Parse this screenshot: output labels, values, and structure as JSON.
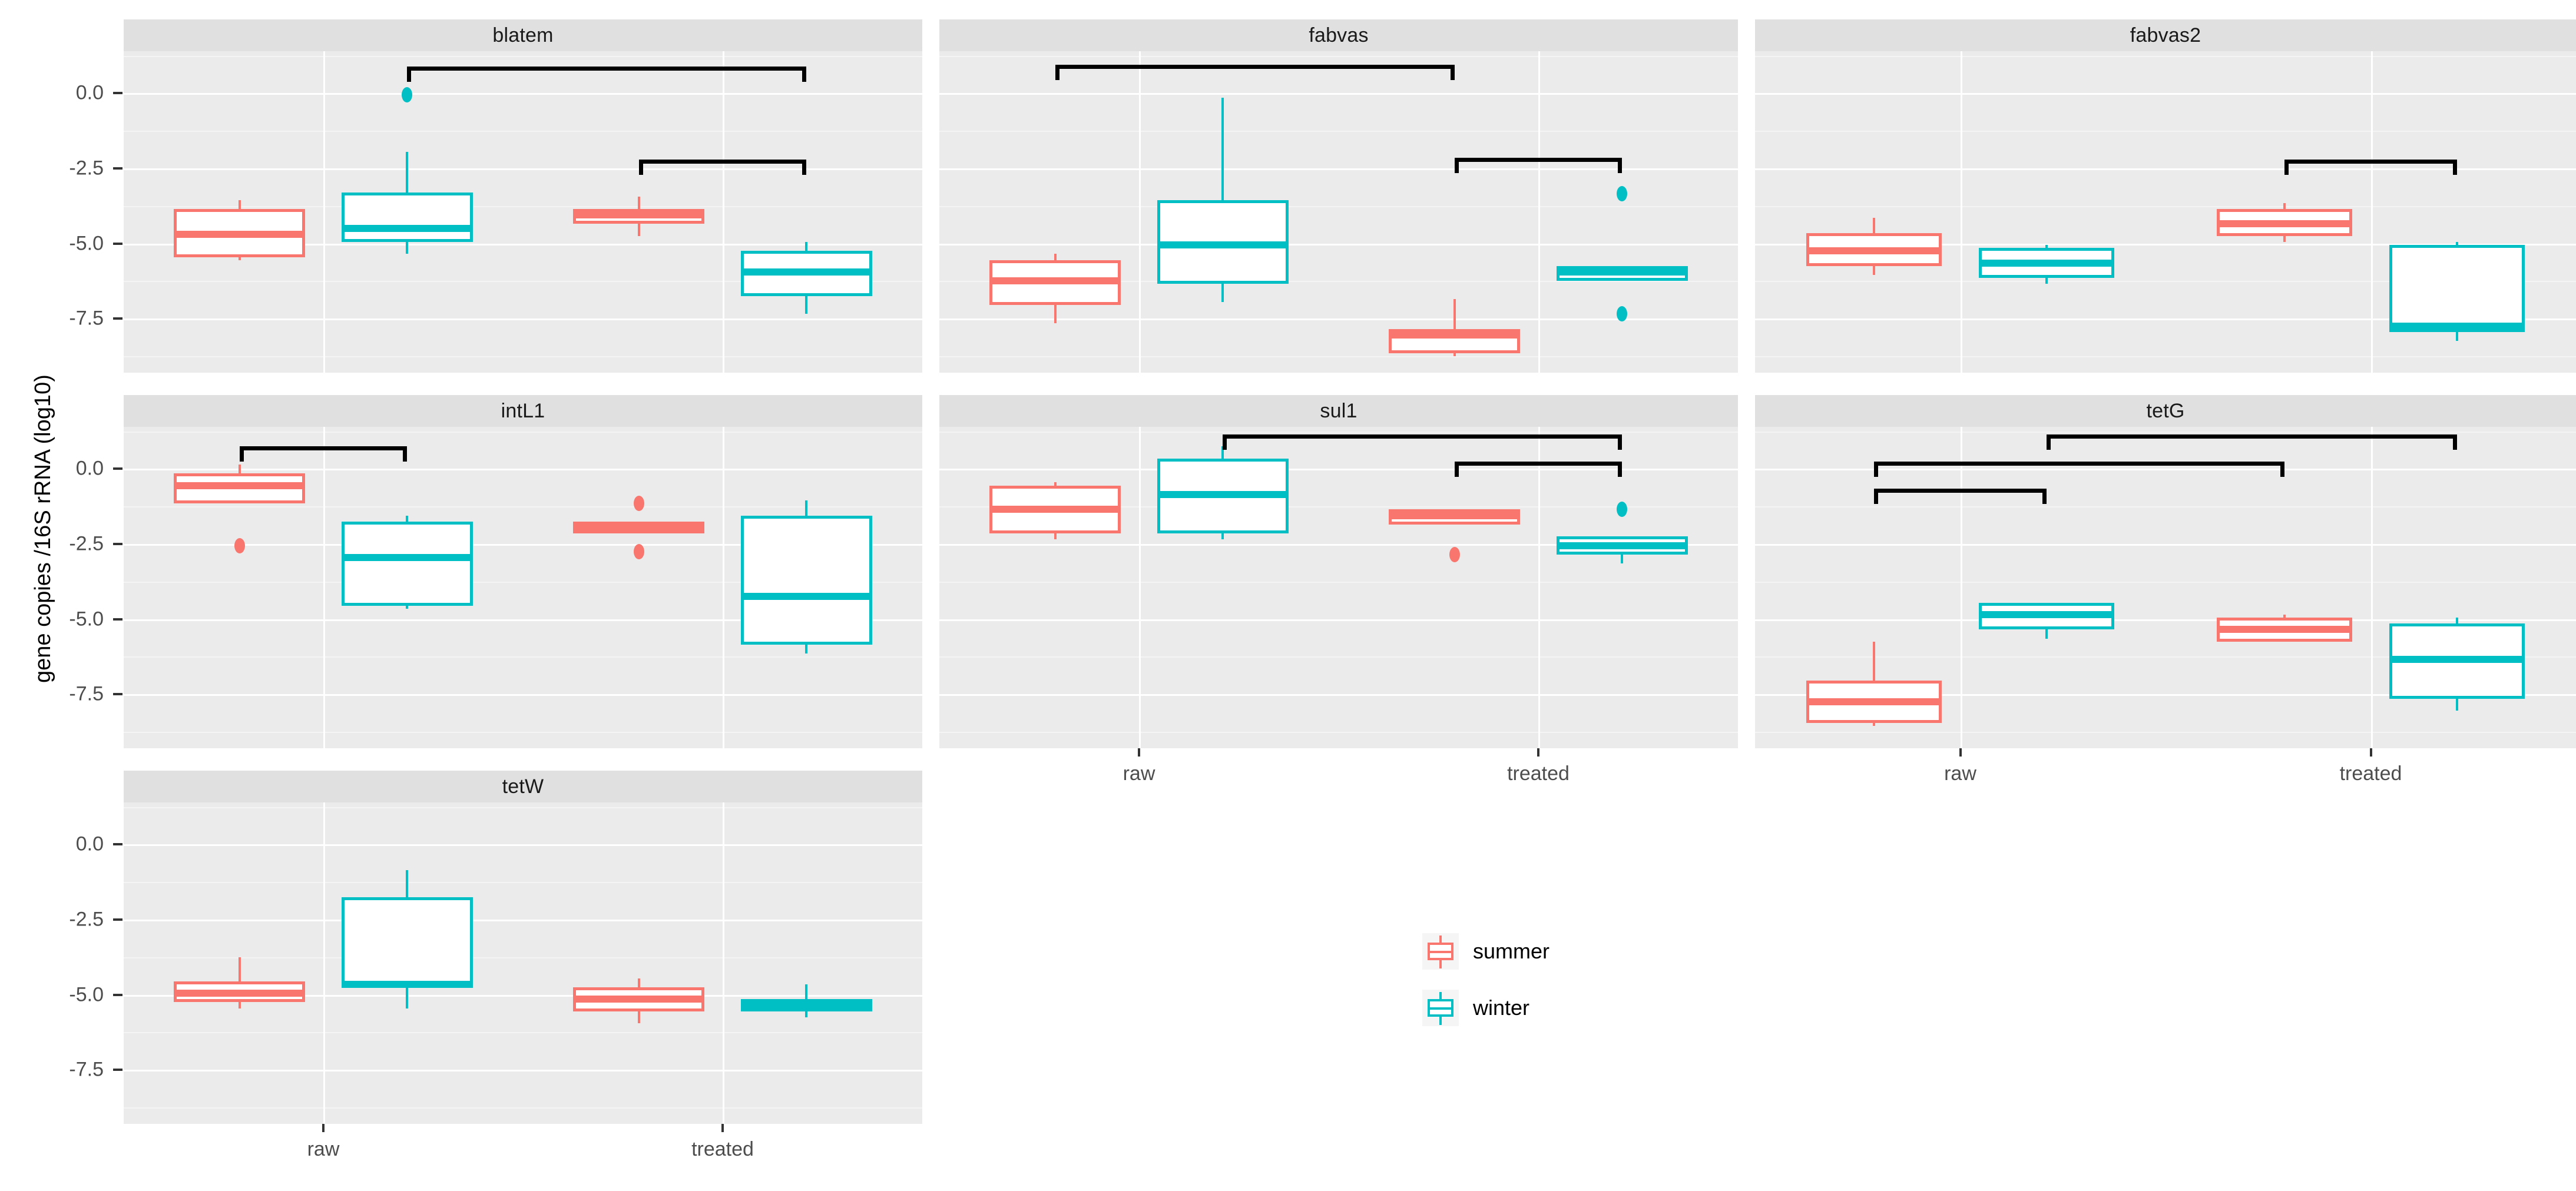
{
  "chart_data": {
    "type": "boxplot",
    "title": "",
    "xlabel": "",
    "ylabel": "gene copies /16S rRNA (log10)",
    "ylim": [
      -9.3,
      1.4
    ],
    "yticks": [
      0.0,
      -2.5,
      -5.0,
      -7.5
    ],
    "ytick_labels": [
      "0.0",
      "-2.5",
      "-5.0",
      "-7.5"
    ],
    "xcategories": [
      "raw",
      "treated"
    ],
    "grid": true,
    "legend": {
      "position": "center-bottom",
      "entries": [
        {
          "label": "summer",
          "color": "#F8766D"
        },
        {
          "label": "winter",
          "color": "#00BFC4"
        }
      ]
    },
    "facets": [
      {
        "name": "blatem",
        "boxes": [
          {
            "x": "raw",
            "group": "summer",
            "color": "#F8766D",
            "lower": -5.55,
            "q1": -5.45,
            "median": -4.7,
            "q3": -3.85,
            "upper": -3.55,
            "outliers": []
          },
          {
            "x": "raw",
            "group": "winter",
            "color": "#00BFC4",
            "lower": -5.35,
            "q1": -4.95,
            "median": -4.5,
            "q3": -3.3,
            "upper": -1.95,
            "outliers": [
              -0.05
            ]
          },
          {
            "x": "treated",
            "group": "summer",
            "color": "#F8766D",
            "lower": -4.75,
            "q1": -4.35,
            "median": -4.05,
            "q3": -3.85,
            "upper": -3.45,
            "outliers": []
          },
          {
            "x": "treated",
            "group": "winter",
            "color": "#00BFC4",
            "lower": -7.35,
            "q1": -6.75,
            "median": -5.95,
            "q3": -5.25,
            "upper": -4.95,
            "outliers": []
          }
        ],
        "brackets": [
          {
            "from": "raw-winter",
            "to": "treated-winter",
            "y": 0.9
          },
          {
            "from": "treated-summer",
            "to": "treated-winter",
            "y": -2.2
          }
        ]
      },
      {
        "name": "fabvas",
        "boxes": [
          {
            "x": "raw",
            "group": "summer",
            "color": "#F8766D",
            "lower": -7.65,
            "q1": -7.05,
            "median": -6.25,
            "q3": -5.55,
            "upper": -5.35,
            "outliers": []
          },
          {
            "x": "raw",
            "group": "winter",
            "color": "#00BFC4",
            "lower": -6.95,
            "q1": -6.35,
            "median": -5.05,
            "q3": -3.55,
            "upper": -0.15,
            "outliers": []
          },
          {
            "x": "treated",
            "group": "summer",
            "color": "#F8766D",
            "lower": -8.75,
            "q1": -8.65,
            "median": -8.05,
            "q3": -7.85,
            "upper": -6.85,
            "outliers": []
          },
          {
            "x": "treated",
            "group": "winter",
            "color": "#00BFC4",
            "lower": -6.25,
            "q1": -6.25,
            "median": -5.95,
            "q3": -5.75,
            "upper": -5.75,
            "outliers": [
              -3.35,
              -7.35
            ]
          }
        ],
        "brackets": [
          {
            "from": "raw-summer",
            "to": "treated-summer",
            "y": 0.95
          },
          {
            "from": "treated-summer",
            "to": "treated-winter",
            "y": -2.15
          }
        ]
      },
      {
        "name": "fabvas2",
        "boxes": [
          {
            "x": "raw",
            "group": "summer",
            "color": "#F8766D",
            "lower": -6.05,
            "q1": -5.75,
            "median": -5.25,
            "q3": -4.65,
            "upper": -4.15,
            "outliers": []
          },
          {
            "x": "raw",
            "group": "winter",
            "color": "#00BFC4",
            "lower": -6.35,
            "q1": -6.15,
            "median": -5.65,
            "q3": -5.15,
            "upper": -5.05,
            "outliers": []
          },
          {
            "x": "treated",
            "group": "summer",
            "color": "#F8766D",
            "lower": -4.95,
            "q1": -4.75,
            "median": -4.35,
            "q3": -3.85,
            "upper": -3.65,
            "outliers": []
          },
          {
            "x": "treated",
            "group": "winter",
            "color": "#00BFC4",
            "lower": -8.25,
            "q1": -7.95,
            "median": -7.75,
            "q3": -5.05,
            "upper": -4.95,
            "outliers": []
          }
        ],
        "brackets": [
          {
            "from": "treated-summer",
            "to": "treated-winter",
            "y": -2.2
          }
        ]
      },
      {
        "name": "intL1",
        "boxes": [
          {
            "x": "raw",
            "group": "summer",
            "color": "#F8766D",
            "lower": -1.15,
            "q1": -1.15,
            "median": -0.55,
            "q3": -0.15,
            "upper": 0.15,
            "outliers": [
              -2.55
            ]
          },
          {
            "x": "raw",
            "group": "winter",
            "color": "#00BFC4",
            "lower": -4.65,
            "q1": -4.55,
            "median": -2.95,
            "q3": -1.75,
            "upper": -1.55,
            "outliers": []
          },
          {
            "x": "treated",
            "group": "summer",
            "color": "#F8766D",
            "lower": -2.15,
            "q1": -2.15,
            "median": -1.95,
            "q3": -1.75,
            "upper": -1.75,
            "outliers": [
              -1.15,
              -2.75
            ]
          },
          {
            "x": "treated",
            "group": "winter",
            "color": "#00BFC4",
            "lower": -6.15,
            "q1": -5.85,
            "median": -4.25,
            "q3": -1.55,
            "upper": -1.05,
            "outliers": []
          }
        ],
        "brackets": [
          {
            "from": "raw-summer",
            "to": "raw-winter",
            "y": 0.75
          }
        ]
      },
      {
        "name": "sul1",
        "boxes": [
          {
            "x": "raw",
            "group": "summer",
            "color": "#F8766D",
            "lower": -2.35,
            "q1": -2.15,
            "median": -1.35,
            "q3": -0.55,
            "upper": -0.45,
            "outliers": []
          },
          {
            "x": "raw",
            "group": "winter",
            "color": "#00BFC4",
            "lower": -2.35,
            "q1": -2.15,
            "median": -0.85,
            "q3": 0.35,
            "upper": 0.75,
            "outliers": []
          },
          {
            "x": "treated",
            "group": "summer",
            "color": "#F8766D",
            "lower": -1.85,
            "q1": -1.85,
            "median": -1.55,
            "q3": -1.35,
            "upper": -1.35,
            "outliers": [
              -2.85
            ]
          },
          {
            "x": "treated",
            "group": "winter",
            "color": "#00BFC4",
            "lower": -3.15,
            "q1": -2.85,
            "median": -2.55,
            "q3": -2.25,
            "upper": -2.25,
            "outliers": [
              -1.35
            ]
          }
        ],
        "brackets": [
          {
            "from": "raw-winter",
            "to": "treated-winter",
            "y": 1.15
          },
          {
            "from": "treated-summer",
            "to": "treated-winter",
            "y": 0.25
          }
        ]
      },
      {
        "name": "tetG",
        "boxes": [
          {
            "x": "raw",
            "group": "summer",
            "color": "#F8766D",
            "lower": -8.55,
            "q1": -8.45,
            "median": -7.75,
            "q3": -7.05,
            "upper": -5.75,
            "outliers": []
          },
          {
            "x": "raw",
            "group": "winter",
            "color": "#00BFC4",
            "lower": -5.65,
            "q1": -5.35,
            "median": -4.85,
            "q3": -4.45,
            "upper": -4.45,
            "outliers": []
          },
          {
            "x": "treated",
            "group": "summer",
            "color": "#F8766D",
            "lower": -5.75,
            "q1": -5.75,
            "median": -5.35,
            "q3": -4.95,
            "upper": -4.85,
            "outliers": []
          },
          {
            "x": "treated",
            "group": "winter",
            "color": "#00BFC4",
            "lower": -8.05,
            "q1": -7.65,
            "median": -6.35,
            "q3": -5.15,
            "upper": -4.95,
            "outliers": []
          }
        ],
        "brackets": [
          {
            "from": "raw-winter",
            "to": "treated-winter",
            "y": 1.15
          },
          {
            "from": "raw-summer",
            "to": "treated-summer",
            "y": 0.25
          },
          {
            "from": "raw-summer",
            "to": "raw-winter",
            "y": -0.65
          }
        ]
      },
      {
        "name": "tetW",
        "boxes": [
          {
            "x": "raw",
            "group": "summer",
            "color": "#F8766D",
            "lower": -5.45,
            "q1": -5.25,
            "median": -4.95,
            "q3": -4.55,
            "upper": -3.75,
            "outliers": []
          },
          {
            "x": "raw",
            "group": "winter",
            "color": "#00BFC4",
            "lower": -5.45,
            "q1": -4.65,
            "median": -4.65,
            "q3": -1.75,
            "upper": -0.85,
            "outliers": []
          },
          {
            "x": "treated",
            "group": "summer",
            "color": "#F8766D",
            "lower": -5.95,
            "q1": -5.55,
            "median": -5.15,
            "q3": -4.75,
            "upper": -4.45,
            "outliers": []
          },
          {
            "x": "treated",
            "group": "winter",
            "color": "#00BFC4",
            "lower": -5.75,
            "q1": -5.55,
            "median": -5.35,
            "q3": -5.15,
            "upper": -4.65,
            "outliers": []
          }
        ],
        "brackets": []
      }
    ]
  }
}
